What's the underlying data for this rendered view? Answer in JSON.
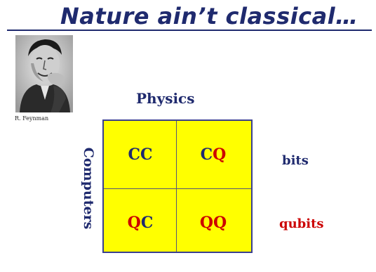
{
  "slide": {
    "title": "Nature ain’t classical…",
    "portrait_caption": "R. Feynman",
    "column_header": "Physics",
    "row_header": "Computers",
    "row_labels": {
      "top": "bits",
      "bottom": "qubits"
    },
    "cells": {
      "top_left": [
        "C",
        "C"
      ],
      "top_right": [
        "C",
        "Q"
      ],
      "bottom_left": [
        "Q",
        "C"
      ],
      "bottom_right": [
        "Q",
        "Q"
      ]
    },
    "colors": {
      "title": "#1f2a6e",
      "classical_letter": "#1f2a6e",
      "quantum_letter": "#cc0000",
      "grid_fill": "#ffff00",
      "grid_border": "#3a3f8f"
    },
    "portrait_icon": "portrait-photo"
  }
}
